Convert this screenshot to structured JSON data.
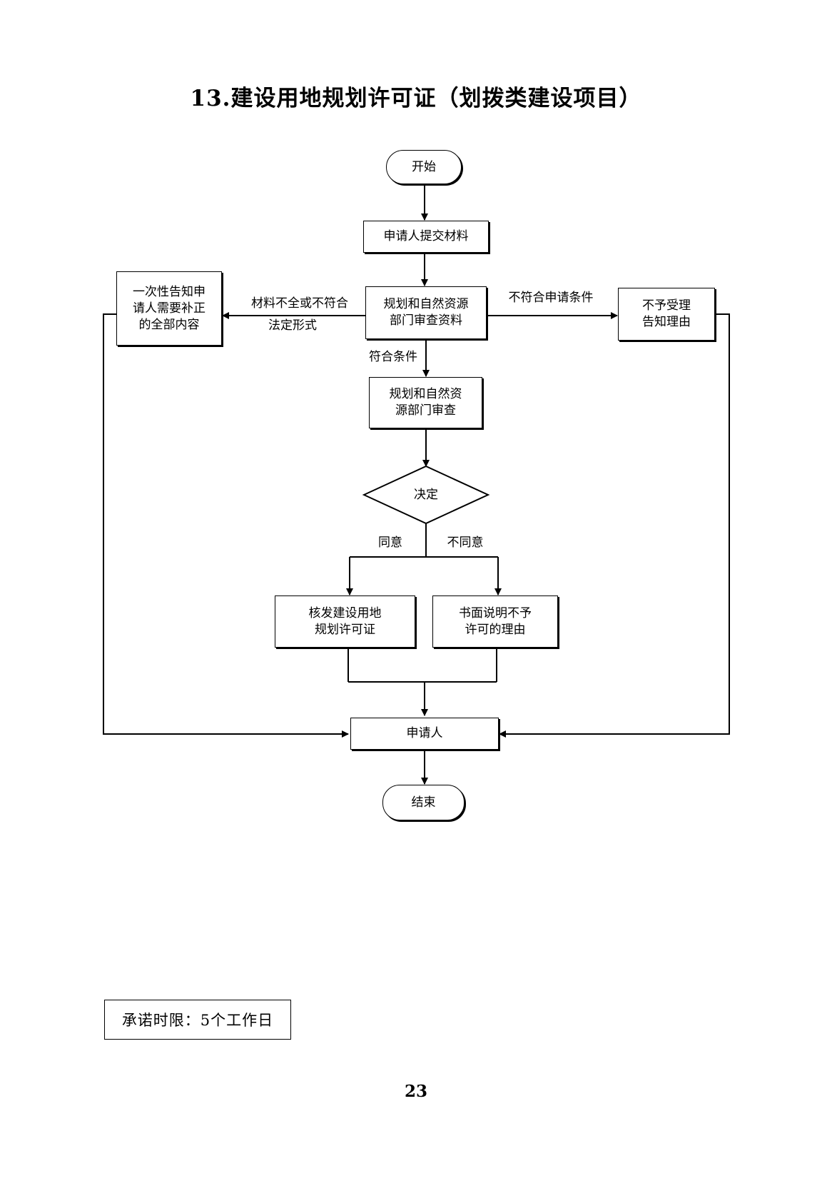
{
  "title": "13.建设用地规划许可证（划拨类建设项目）",
  "nodes": {
    "start": "开始",
    "submit": "申请人提交材料",
    "notify_left": [
      "一次性告知申",
      "请人需要补正",
      "的全部内容"
    ],
    "review_docs": [
      "规划和自然资源",
      "部门审查资料"
    ],
    "reject_right": [
      "不予受理",
      "告知理由"
    ],
    "review": [
      "规划和自然资",
      "源部门审查"
    ],
    "decision": "决定",
    "issue": [
      "核发建设用地",
      "规划许可证"
    ],
    "deny": [
      "书面说明不予",
      "许可的理由"
    ],
    "applicant": "申请人",
    "end": "结束"
  },
  "labels": {
    "incomplete": [
      "材料不全或不符合",
      "法定形式"
    ],
    "not_qualified": "不符合申请条件",
    "qualified": "符合条件",
    "agree": "同意",
    "disagree": "不同意"
  },
  "promise": "承诺时限：5个工作日",
  "page_number": "23"
}
